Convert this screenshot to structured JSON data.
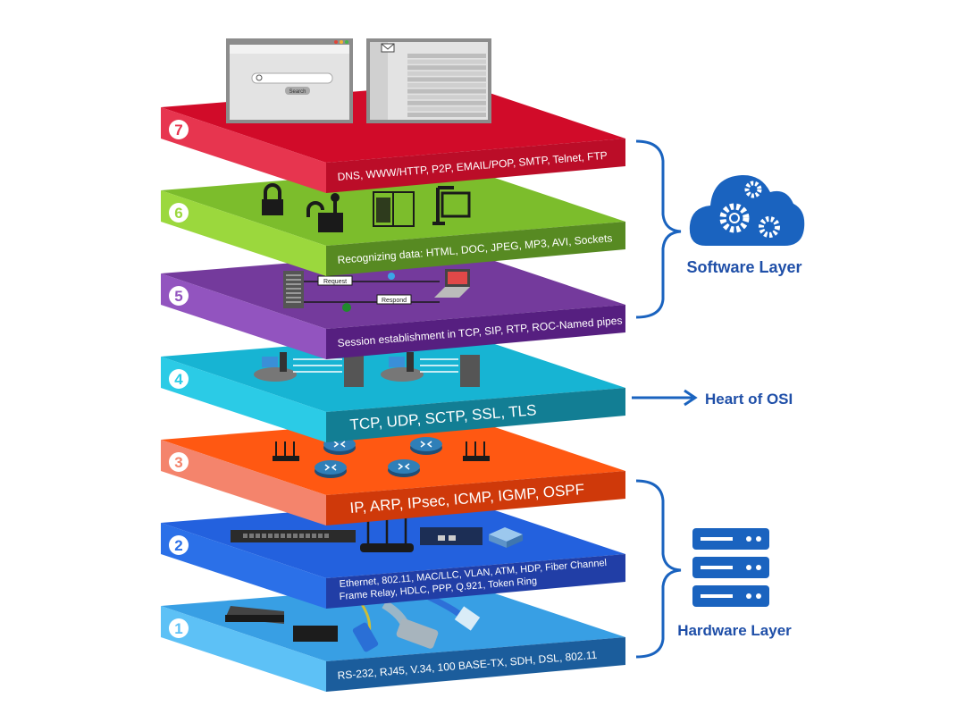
{
  "layers": [
    {
      "number": "7",
      "label": "DNS, WWW/HTTP, P2P, EMAIL/POP, SMTP, Telnet, FTP",
      "colors": {
        "top": "#d10b29",
        "left": "#e7354f",
        "right": "#bb0d28"
      },
      "icons": [
        "browser-search-window",
        "email-inbox-window"
      ]
    },
    {
      "number": "6",
      "label": "Recognizing data: HTML, DOC, JPEG, MP3, AVI, Sockets",
      "colors": {
        "top": "#7cbd2c",
        "left": "#9bd83d",
        "right": "#578a22"
      },
      "icons": [
        "locked-padlock-key",
        "unlocked-padlock-key",
        "media-document",
        "compression-clamp"
      ]
    },
    {
      "number": "5",
      "label": "Session establishment in TCP, SIP, RTP, ROC-Named pipes",
      "colors": {
        "top": "#743a9c",
        "left": "#9254bf",
        "right": "#561f80"
      },
      "icons": [
        "server",
        "laptop",
        "check"
      ],
      "request_label": "Request",
      "respond_label": "Respond"
    },
    {
      "number": "4",
      "label": "TCP, UDP, SCTP, SSL, TLS",
      "colors": {
        "top": "#17b4d3",
        "left": "#2bcbe6",
        "right": "#127e94"
      },
      "icons": [
        "workstation",
        "server"
      ]
    },
    {
      "number": "3",
      "label": "IP, ARP, IPsec, ICMP, IGMP, OSPF",
      "colors": {
        "top": "#ff5812",
        "left": "#f4846c",
        "right": "#cf390a"
      },
      "icons": [
        "wireless-router",
        "router"
      ]
    },
    {
      "number": "2",
      "label": "Ethernet, 802.11, MAC/LLC, VLAN, ATM, HDP,  Fiber Channel",
      "label2": "Frame Relay, HDLC, PPP, Q.921,  Token Ring",
      "colors": {
        "top": "#2361de",
        "left": "#2b70e8",
        "right": "#213ea6"
      },
      "icons": [
        "network-switch",
        "wireless-router",
        "bridge",
        "layer2-switch"
      ]
    },
    {
      "number": "1",
      "label": "RS-232, RJ45, V.34, 100 BASE-TX, SDH, DSL, 802.11",
      "colors": {
        "top": "#389fe4",
        "left": "#5dc1f6",
        "right": "#1b5d9c"
      },
      "icons": [
        "hub",
        "media-converter",
        "fiber-connector",
        "serial-cable",
        "ethernet-cable"
      ]
    }
  ],
  "browser": {
    "search_button": "Search"
  },
  "side": {
    "software_label": "Software Layer",
    "heart_label": "Heart of OSI",
    "hardware_label": "Hardware Layer",
    "accent": "#1a63bf"
  }
}
